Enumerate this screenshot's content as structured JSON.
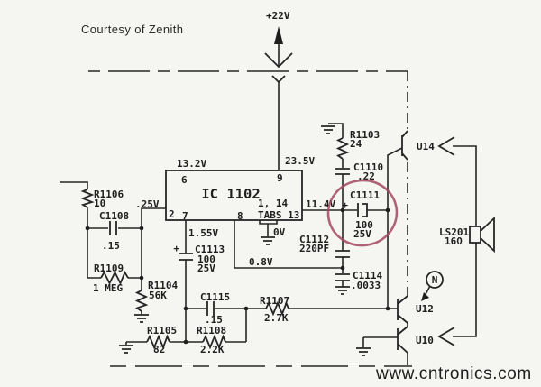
{
  "meta": {
    "credit": "Courtesy of Zenith",
    "watermark": "www.cntronics.com"
  },
  "power": {
    "supply": "+22V"
  },
  "ic": {
    "name": "IC 1102",
    "pin6": "6",
    "pin9": "9",
    "pin2": "2",
    "pin7": "7",
    "pin8": "8",
    "tabs_top": "1, 14",
    "tabs_bottom": "TABS 13",
    "v6": "13.2V",
    "v9": "23.5V",
    "v2": ".25V",
    "v7": "1.55V",
    "v8": "0.8V",
    "v13": "11.4V",
    "v_tabs": "0V"
  },
  "parts": {
    "r1106": {
      "ref": "R1106",
      "val": "10"
    },
    "c1108": {
      "ref": "C1108",
      "val": ".15"
    },
    "r1109": {
      "ref": "R1109",
      "val": "1 MEG"
    },
    "r1104": {
      "ref": "R1104",
      "val": "56K"
    },
    "c1113": {
      "ref": "C1113",
      "val": "100",
      "rating": "25V",
      "polarity": "+"
    },
    "c1115": {
      "ref": "C1115",
      "val": ".15"
    },
    "r1105": {
      "ref": "R1105",
      "val": "82"
    },
    "r1108": {
      "ref": "R1108",
      "val": "2.2K"
    },
    "r1107": {
      "ref": "R1107",
      "val": "2.7K"
    },
    "r1103": {
      "ref": "R1103",
      "val": "24"
    },
    "c1110": {
      "ref": "C1110",
      "val": ".22"
    },
    "c1111": {
      "ref": "C1111",
      "val": "100",
      "rating": "25V",
      "polarity": "+"
    },
    "c1112": {
      "ref": "C1112",
      "val": "220PF"
    },
    "c1114": {
      "ref": "C1114",
      "val": ".0033"
    },
    "ls201": {
      "ref": "LS201",
      "impedance": "16Ω"
    }
  },
  "transistors": {
    "u14": "U14",
    "u12": "U12",
    "u10": "U10",
    "n_badge": "N"
  },
  "colors": {
    "background": "#f5f5f2",
    "ink": "#262626",
    "highlight_circle": "#a24860",
    "watermark": "#b9e0b9"
  }
}
